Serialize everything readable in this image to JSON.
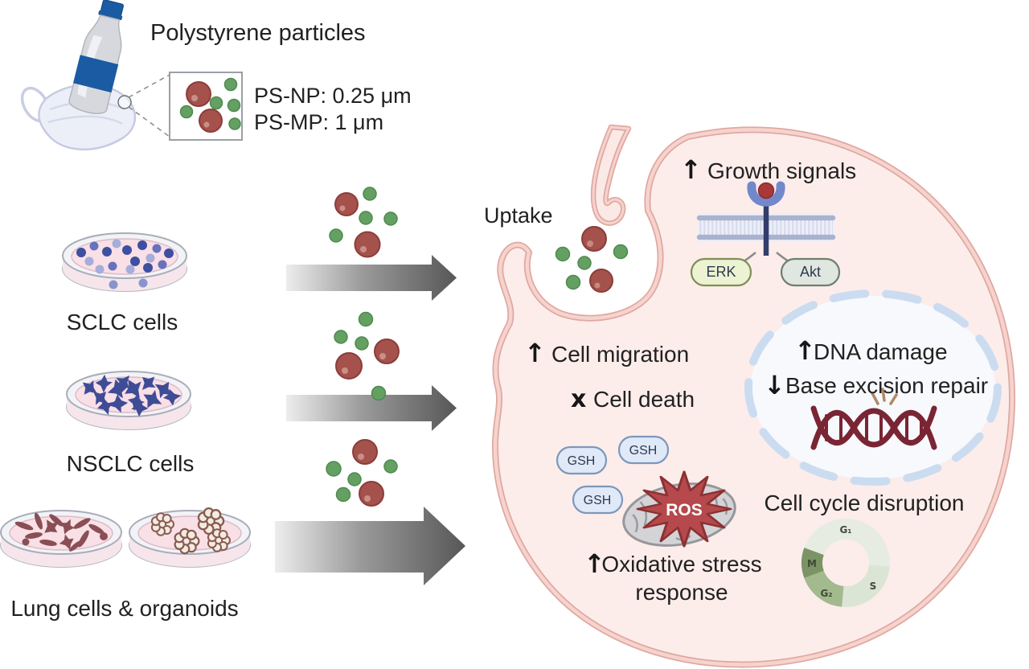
{
  "source": {
    "title": "Polystyrene particles",
    "np_size": "PS-NP: 0.25 μm",
    "mp_size": "PS-MP: 1 μm"
  },
  "cultures": {
    "sclc": "SCLC cells",
    "nsclc": "NSCLC cells",
    "lung": "Lung cells & organoids"
  },
  "cell": {
    "uptake": "Uptake",
    "growth": {
      "symbol": "↑",
      "label": "Growth signals"
    },
    "erk": "ERK",
    "akt": "Akt",
    "migration": {
      "symbol": "↑",
      "label": "Cell migration"
    },
    "death": {
      "symbol": "x",
      "label": "Cell death"
    },
    "dna_damage": {
      "symbol": "↑",
      "label": "DNA damage"
    },
    "base_excision": {
      "symbol": "↓",
      "label": "Base excision repair"
    },
    "gsh": "GSH",
    "ros": "ROS",
    "oxidative": {
      "symbol": "↑",
      "line1": "Oxidative stress",
      "line2": "response"
    },
    "cycle": {
      "title": "Cell cycle disruption",
      "phases": [
        "G₁",
        "S",
        "G₂",
        "M"
      ]
    }
  },
  "colors": {
    "particle_large": "#a5524c",
    "particle_small": "#64a061",
    "cell_fill": "#fcedea",
    "membrane": "#e0a8a2",
    "nucleus_dash": "#cbdcf1",
    "ros_red": "#b5494b",
    "cycle_g1": "#e7ece2",
    "cycle_s": "#dbe5d6",
    "cycle_g2": "#a3ba8e",
    "cycle_m": "#7b9465",
    "accent_blue": "#1a5ba3"
  }
}
